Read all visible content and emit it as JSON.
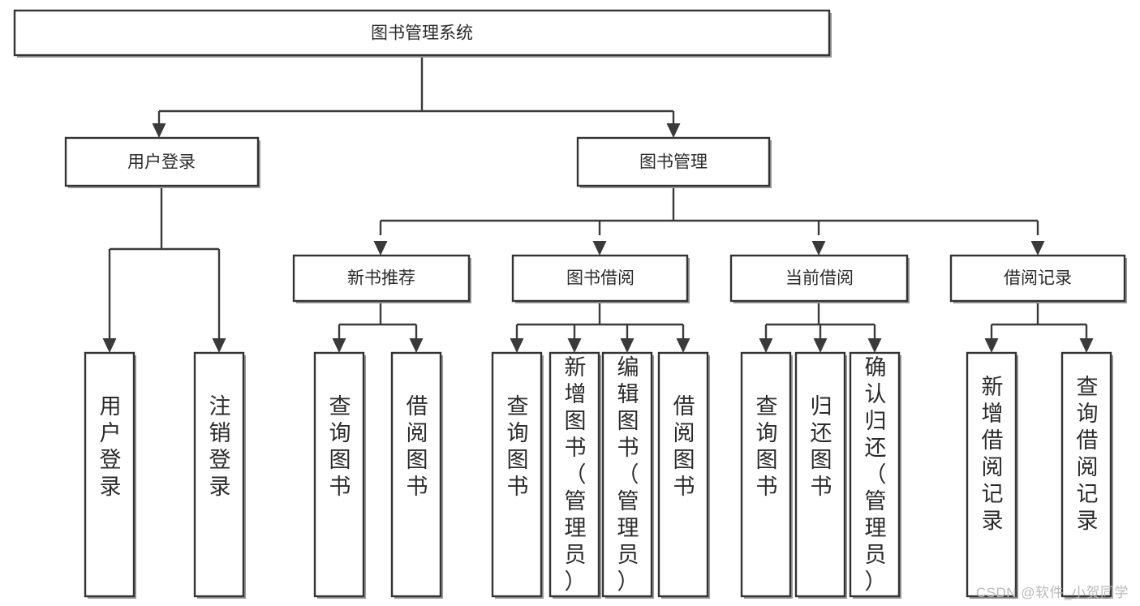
{
  "diagram": {
    "title": "图书管理系统",
    "type": "hierarchy-tree",
    "orientation": "top-down",
    "levels": 4,
    "colors": {
      "box_fill": "#ffffff",
      "box_stroke": "#333333",
      "connector": "#3a3a3a",
      "text": "#2b2b2b",
      "watermark": "#b9b9b9",
      "background": "#ffffff"
    }
  },
  "root": {
    "label": "图书管理系统"
  },
  "level2": [
    {
      "label": "用户登录"
    },
    {
      "label": "图书管理"
    }
  ],
  "level3": [
    {
      "label": "新书推荐"
    },
    {
      "label": "图书借阅"
    },
    {
      "label": "当前借阅"
    },
    {
      "label": "借阅记录"
    }
  ],
  "leaves": {
    "user_login": [
      {
        "label": "用户登录"
      },
      {
        "label": "注销登录"
      }
    ],
    "new_book_recommend": [
      {
        "label": "查询图书"
      },
      {
        "label": "借阅图书"
      }
    ],
    "book_borrow": [
      {
        "label": "查询图书"
      },
      {
        "label": "新增图书（管理员）"
      },
      {
        "label": "编辑图书（管理员）"
      },
      {
        "label": "借阅图书"
      }
    ],
    "current_borrow": [
      {
        "label": "查询图书"
      },
      {
        "label": "归还图书"
      },
      {
        "label": "确认归还（管理员）"
      }
    ],
    "borrow_record": [
      {
        "label": "新增借阅记录"
      },
      {
        "label": "查询借阅记录"
      }
    ]
  },
  "watermark": {
    "text": "CSDN @软件_小贺同学"
  }
}
